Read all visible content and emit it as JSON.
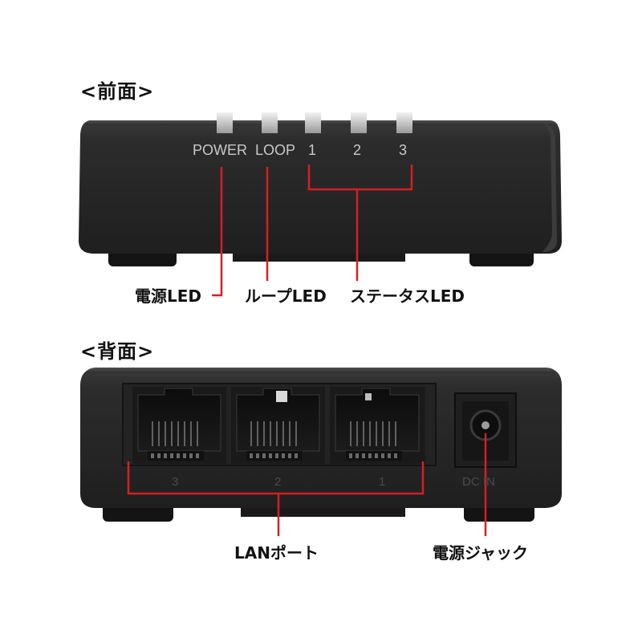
{
  "front": {
    "title": "<前面>",
    "led_labels": {
      "power": "POWER",
      "loop": "LOOP",
      "s1": "1",
      "s2": "2",
      "s3": "3"
    },
    "callouts": {
      "power_led": "電源LED",
      "loop_led": "ループLED",
      "status_led": "ステータスLED"
    }
  },
  "back": {
    "title": "<背面>",
    "port_numbers": [
      "3",
      "2",
      "1"
    ],
    "dc_label": "DC IN",
    "callouts": {
      "lan_port": "LANポート",
      "power_jack": "電源ジャック"
    }
  },
  "colors": {
    "callout_line": "#d42020",
    "device_body": "#2b2b2b"
  }
}
